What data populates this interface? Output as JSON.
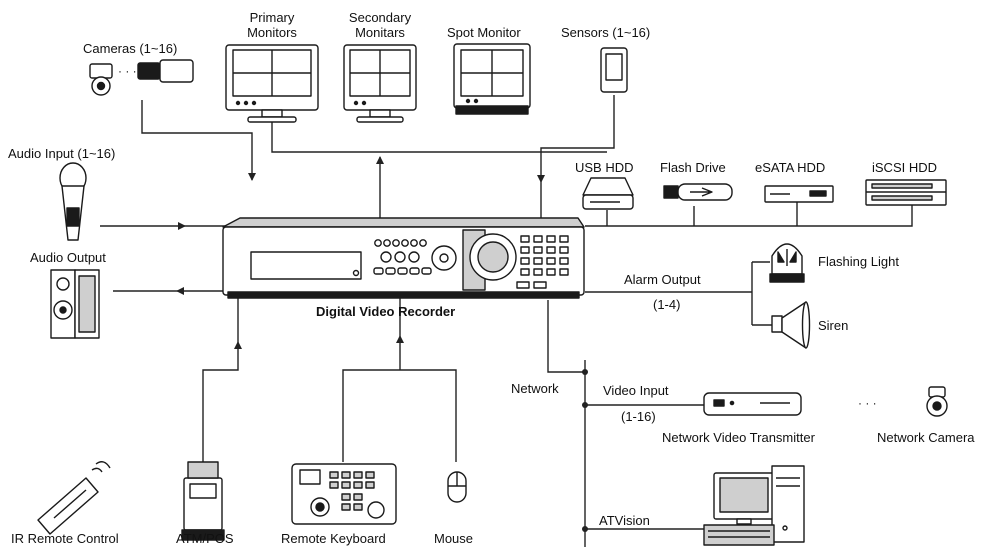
{
  "labels": {
    "cameras": "Cameras  (1~16)",
    "primary_monitors": "Primary\nMonitors",
    "secondary_monitors": "Secondary\nMonitars",
    "spot_monitor": "Spot Monitor",
    "sensors": "Sensors (1~16)",
    "audio_input": "Audio Input (1~16)",
    "audio_output": "Audio Output",
    "usb_hdd": "USB HDD",
    "flash_drive": "Flash Drive",
    "esata_hdd": "eSATA HDD",
    "iscsi_hdd": "iSCSI HDD",
    "flashing_light": "Flashing Light",
    "siren": "Siren",
    "alarm_output": "Alarm Output",
    "alarm_count": "(1-4)",
    "dvr": "Digital Video Recorder",
    "network": "Network",
    "video_input": "Video Input",
    "video_input_count": "(1-16)",
    "network_video_transmitter": "Network Video Transmitter",
    "network_camera": "Network Camera",
    "atvision": "ATVision",
    "ir_remote_control": "IR Remote Control",
    "atm_pos": "ATM/POS",
    "remote_keyboard": "Remote Keyboard",
    "mouse": "Mouse",
    "camera_ellipsis": "· · ·",
    "transmitter_ellipsis": "· · ·"
  },
  "colors": {
    "line": "#222222",
    "device_stroke": "#1a1a1a",
    "device_fill": "#ffffff",
    "device_shade": "#cfcfcf",
    "text": "#111111"
  },
  "icons": [
    "camera-icon",
    "primary-monitor-icon",
    "secondary-monitor-icon",
    "spot-monitor-icon",
    "sensor-icon",
    "microphone-icon",
    "speaker-icon",
    "usb-hdd-icon",
    "flash-drive-icon",
    "esata-hdd-icon",
    "iscsi-hdd-icon",
    "dvr-icon",
    "flashing-light-icon",
    "siren-icon",
    "network-video-transmitter-icon",
    "network-camera-icon",
    "computer-icon",
    "ir-remote-icon",
    "atm-pos-icon",
    "remote-keyboard-icon",
    "mouse-icon"
  ]
}
